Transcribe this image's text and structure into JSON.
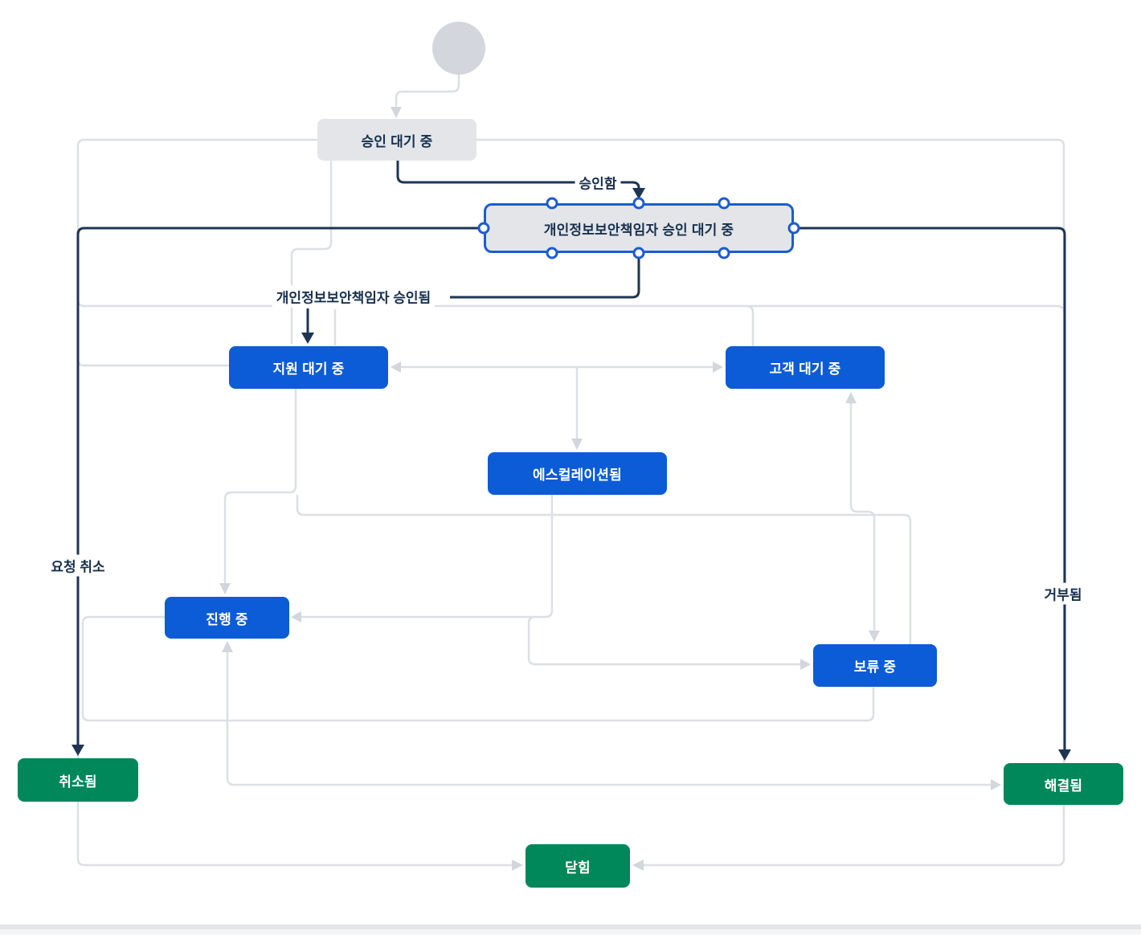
{
  "workflow": {
    "nodes": {
      "pending_approval": {
        "label": "승인 대기 중",
        "category": "new"
      },
      "ciso_approval": {
        "label": "개인정보보안책임자 승인 대기 중",
        "category": "new",
        "selected": true
      },
      "waiting_support": {
        "label": "지원 대기 중",
        "category": "in_progress"
      },
      "waiting_customer": {
        "label": "고객 대기 중",
        "category": "in_progress"
      },
      "escalated": {
        "label": "에스컬레이션됨",
        "category": "in_progress"
      },
      "in_progress": {
        "label": "진행 중",
        "category": "in_progress"
      },
      "on_hold": {
        "label": "보류 중",
        "category": "in_progress"
      },
      "canceled": {
        "label": "취소됨",
        "category": "done"
      },
      "resolved": {
        "label": "해결됨",
        "category": "done"
      },
      "closed": {
        "label": "닫힘",
        "category": "done"
      }
    },
    "transitions": {
      "approve": {
        "label": "승인함"
      },
      "ciso_approved": {
        "label": "개인정보보안책임자 승인됨"
      },
      "cancel_request": {
        "label": "요청 취소"
      },
      "rejected": {
        "label": "거부됨"
      }
    },
    "colors": {
      "status_new_bg": "#E3E5E9",
      "status_in_progress_bg": "#0B5CD6",
      "status_done_bg": "#00875A",
      "selected_outline": "#1B5CD1",
      "edge_active": "#1C3553",
      "edge_inactive": "#DCDFE4",
      "label_text": "#17304E"
    }
  }
}
